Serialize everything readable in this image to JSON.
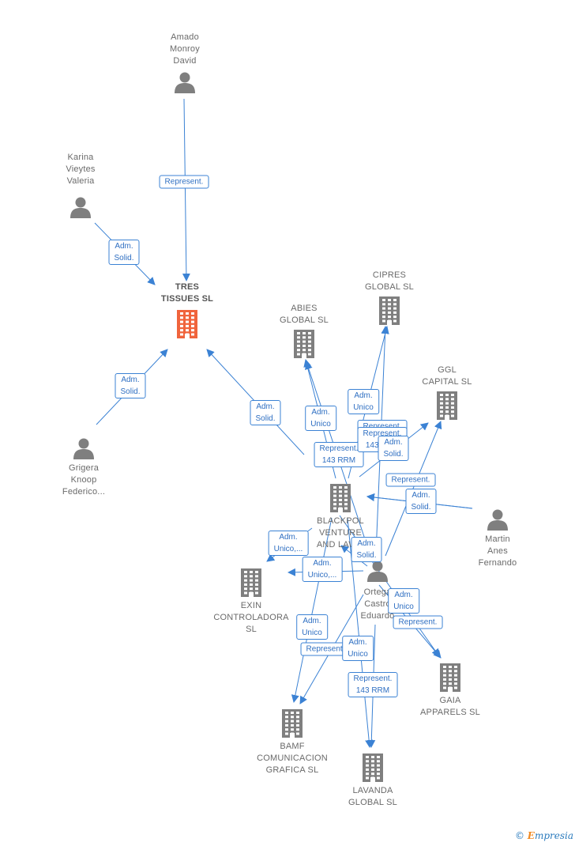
{
  "colors": {
    "edge": "#3b82d4",
    "person": "#7f7f7f",
    "company": "#7f7f7f",
    "focus_company": "#f0643c"
  },
  "nodes": [
    {
      "id": "amado",
      "type": "person",
      "label": "Amado\nMonroy\nDavid",
      "icon": "person-icon"
    },
    {
      "id": "karina",
      "type": "person",
      "label": "Karina\nVieytes\nValeria",
      "icon": "person-icon"
    },
    {
      "id": "tres",
      "type": "company",
      "focus": true,
      "label": "TRES\nTISSUES SL",
      "icon": "building-icon"
    },
    {
      "id": "grigera",
      "type": "person",
      "label": "Grigera\nKnoop\nFederico...",
      "icon": "person-icon"
    },
    {
      "id": "abies",
      "type": "company",
      "label": "ABIES\nGLOBAL SL",
      "icon": "building-icon"
    },
    {
      "id": "cipres",
      "type": "company",
      "label": "CIPRES\nGLOBAL SL",
      "icon": "building-icon"
    },
    {
      "id": "ggl",
      "type": "company",
      "label": "GGL\nCAPITAL SL",
      "icon": "building-icon"
    },
    {
      "id": "blackpol",
      "type": "company",
      "label": "BLACKPOL\nVENTURE\nAND LAW...",
      "icon": "building-icon"
    },
    {
      "id": "martin",
      "type": "person",
      "label": "Martin\nAnes\nFernando",
      "icon": "person-icon"
    },
    {
      "id": "ortega",
      "type": "person",
      "label": "Ortega\nCastro\nEduardo",
      "icon": "person-icon"
    },
    {
      "id": "exin",
      "type": "company",
      "label": "EXIN\nCONTROLADORA\nSL",
      "icon": "building-icon"
    },
    {
      "id": "gaia",
      "type": "company",
      "label": "GAIA\nAPPARELS SL",
      "icon": "building-icon"
    },
    {
      "id": "bamf",
      "type": "company",
      "label": "BAMF\nCOMUNICACION\nGRAFICA SL",
      "icon": "building-icon"
    },
    {
      "id": "lavanda",
      "type": "company",
      "label": "LAVANDA\nGLOBAL SL",
      "icon": "building-icon"
    }
  ],
  "edges": [
    {
      "from": "amado",
      "to": "tres",
      "label": "Represent."
    },
    {
      "from": "karina",
      "to": "tres",
      "label": "Adm.\nSolid."
    },
    {
      "from": "grigera",
      "to": "tres",
      "label": "Adm.\nSolid."
    },
    {
      "from": "blackpol",
      "to": "tres",
      "label": "Adm.\nSolid."
    },
    {
      "from": "blackpol",
      "to": "abies",
      "label": "Adm.\nUnico"
    },
    {
      "from": "blackpol",
      "to": "cipres",
      "label": "Adm.\nUnico"
    },
    {
      "from": "blackpol",
      "to": "ggl",
      "label": "Represent.\n143 RRM"
    },
    {
      "from": "ortega",
      "to": "abies",
      "label": "Represent.\n143 RRM"
    },
    {
      "from": "ortega",
      "to": "cipres",
      "label": "Represent.\n143 RRM"
    },
    {
      "from": "ortega",
      "to": "ggl",
      "label": "Adm.\nSolid."
    },
    {
      "from": "martin",
      "to": "blackpol",
      "label": "Represent."
    },
    {
      "from": "martin",
      "to": "blackpol",
      "label": "Adm.\nSolid."
    },
    {
      "from": "blackpol",
      "to": "exin",
      "label": "Adm.\nUnico,..."
    },
    {
      "from": "ortega",
      "to": "exin",
      "label": "Adm.\nUnico,..."
    },
    {
      "from": "ortega",
      "to": "blackpol",
      "label": "Adm.\nSolid."
    },
    {
      "from": "blackpol",
      "to": "gaia",
      "label": "Adm.\nUnico"
    },
    {
      "from": "ortega",
      "to": "gaia",
      "label": "Represent."
    },
    {
      "from": "blackpol",
      "to": "bamf",
      "label": "Adm.\nUnico"
    },
    {
      "from": "ortega",
      "to": "bamf",
      "label": "Represent."
    },
    {
      "from": "blackpol",
      "to": "lavanda",
      "label": "Adm.\nUnico"
    },
    {
      "from": "ortega",
      "to": "lavanda",
      "label": "Represent.\n143 RRM"
    }
  ],
  "brand": {
    "copyright": "©",
    "name_initial": "E",
    "name_rest": "mpresia"
  }
}
